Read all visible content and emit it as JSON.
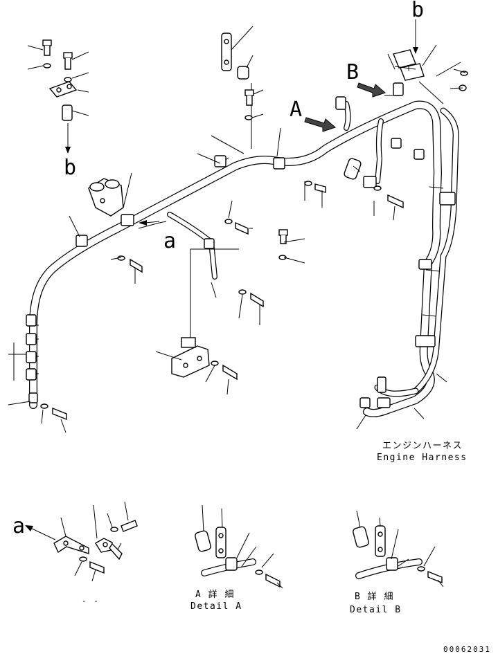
{
  "labels": {
    "b_top": "b",
    "b_left": "b",
    "a_main": "a",
    "a_detail": "a",
    "A": "A",
    "B": "B"
  },
  "harness": {
    "name_jp": "エンジンハーネス",
    "name_en": "Engine Harness"
  },
  "details": {
    "a_caption": "- -",
    "A_jp": "A 詳 細",
    "A_en": "Detail A",
    "B_jp": "B 詳 細",
    "B_en": "Detail B"
  },
  "drawing_number": "00062031"
}
